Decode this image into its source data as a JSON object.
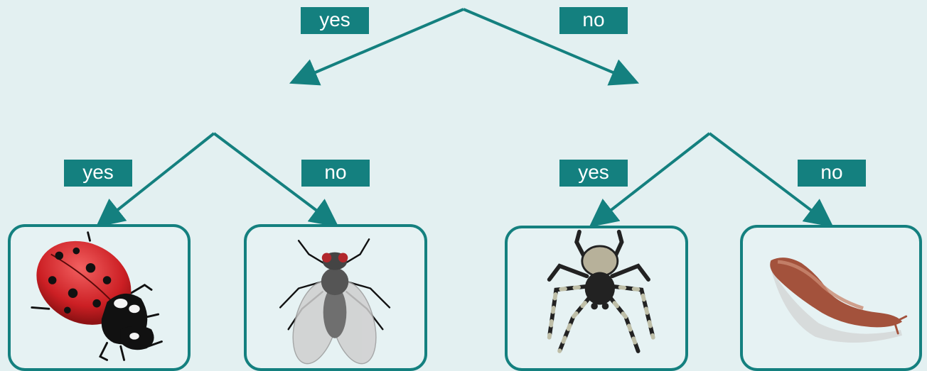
{
  "decision_tree": {
    "root_branches": {
      "left": "yes",
      "right": "no"
    },
    "left_node_branches": {
      "left": "yes",
      "right": "no"
    },
    "right_node_branches": {
      "left": "yes",
      "right": "no"
    },
    "leaves": [
      {
        "icon": "ladybug-icon"
      },
      {
        "icon": "fly-icon"
      },
      {
        "icon": "spider-icon"
      },
      {
        "icon": "slug-icon"
      }
    ]
  },
  "colors": {
    "background": "#e3f0f1",
    "accent": "#14807f",
    "label_text": "#ffffff"
  }
}
